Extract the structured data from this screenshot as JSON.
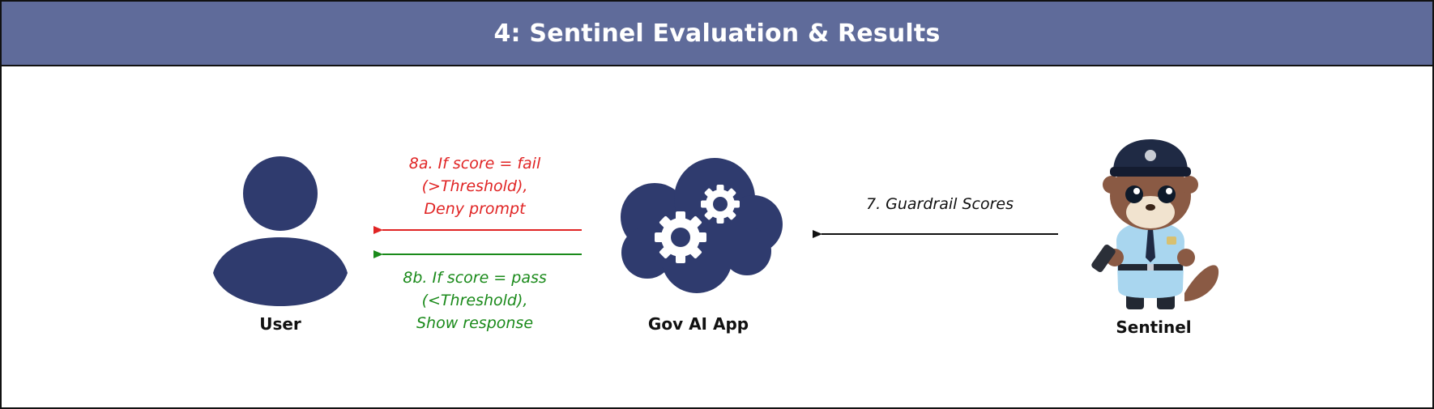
{
  "title": "4: Sentinel Evaluation & Results",
  "colors": {
    "header": "#5f6b9a",
    "icon": "#2f3b6e",
    "deny": "#e02424",
    "pass": "#1a8a1a",
    "arrow": "#111111"
  },
  "nodes": {
    "user": {
      "label": "User",
      "icon": "user-icon"
    },
    "app": {
      "label": "Gov AI App",
      "icon": "cloud-gears-icon"
    },
    "sentinel": {
      "label": "Sentinel",
      "icon": "otter-police-mascot"
    }
  },
  "edges": {
    "scores": {
      "label": "7. Guardrail Scores"
    },
    "deny": {
      "lines": [
        "8a. If score = fail",
        "(>Threshold),",
        "Deny prompt"
      ]
    },
    "pass": {
      "lines": [
        "8b. If score = pass",
        "(<Threshold),",
        "Show response"
      ]
    }
  }
}
